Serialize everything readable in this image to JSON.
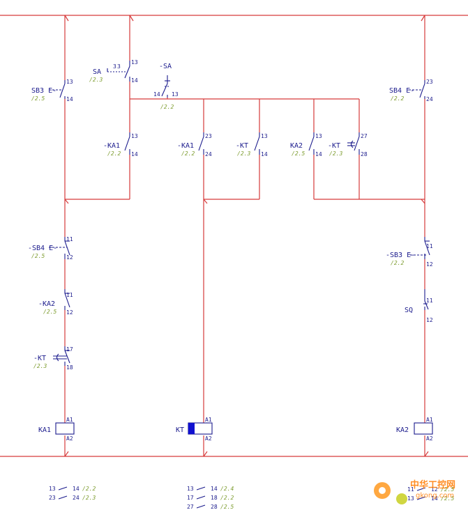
{
  "colors": {
    "wire": "#d63a3a",
    "symbol": "#1a1a8c",
    "crossref": "#7a9a2a",
    "coil_fill": "#1010d0",
    "watermark": "#ff7a00"
  },
  "labels": {
    "sb3": "SB3 E-",
    "sb3_ref": "/2.5",
    "sb3_p13": "13",
    "sb3_p14": "14",
    "sa": "SA",
    "sa_ref": "/2.3",
    "sa_p13": "13",
    "sa_p14": "14",
    "sa_pos1": "3",
    "sa_pos2": "3",
    "sa2": "-SA",
    "sa2_ref": "/2.2",
    "sa2_p13": "13",
    "sa2_p14": "14",
    "ka1a": "-KA1",
    "ka1a_ref": "/2.2",
    "ka1a_p13": "13",
    "ka1a_p14": "14",
    "ka1b": "-KA1",
    "ka1b_ref": "/2.2",
    "ka1b_p23": "23",
    "ka1b_p24": "24",
    "kt1": "-KT",
    "kt1_ref": "/2.3",
    "kt1_p13": "13",
    "kt1_p14": "14",
    "ka2a": "KA2",
    "ka2a_ref": "/2.5",
    "ka2a_p13": "13",
    "ka2a_p14": "14",
    "kt2": "-KT",
    "kt2_ref": "/2.3",
    "kt2_p27": "27",
    "kt2_p28": "28",
    "sb4a": "SB4 E-",
    "sb4a_ref": "/2.2",
    "sb4a_p23": "23",
    "sb4a_p24": "24",
    "sb4b": "-SB4 E-",
    "sb4b_ref": "/2.5",
    "sb4b_p11": "11",
    "sb4b_p12": "12",
    "ka2b": "-KA2",
    "ka2b_ref": "/2.5",
    "ka2b_p11": "11",
    "ka2b_p12": "12",
    "kt3": "-KT",
    "kt3_ref": "/2.3",
    "kt3_p17": "17",
    "kt3_p18": "18",
    "sb3b": "-SB3 E-",
    "sb3b_ref": "/2.2",
    "sb3b_p11": "11",
    "sb3b_p12": "12",
    "sq": "SQ",
    "sq_p11": "11",
    "sq_p12": "12",
    "ka1_coil": "KA1",
    "ka1_a1": "A1",
    "ka1_a2": "A2",
    "kt_coil": "KT",
    "kt_a1": "A1",
    "kt_a2": "A2",
    "ka2_coil": "KA2",
    "ka2_a1": "A1",
    "ka2_a2": "A2"
  },
  "xref": {
    "ka1": [
      {
        "no": "13",
        "nc": "14",
        "ref": "/2.2"
      },
      {
        "no": "23",
        "nc": "24",
        "ref": "/2.3"
      }
    ],
    "kt": [
      {
        "no": "13",
        "nc": "14",
        "ref": "/2.4"
      },
      {
        "no": "17",
        "nc": "18",
        "ref": "/2.2"
      },
      {
        "no": "27",
        "nc": "28",
        "ref": "/2.5"
      }
    ],
    "ka2": [
      {
        "no": "11",
        "nc": "12",
        "ref": "/2.5"
      },
      {
        "no": "13",
        "nc": "14",
        "ref": "/2.5"
      }
    ]
  },
  "watermark": {
    "title": "中华工控网",
    "url": "gkong.com"
  }
}
